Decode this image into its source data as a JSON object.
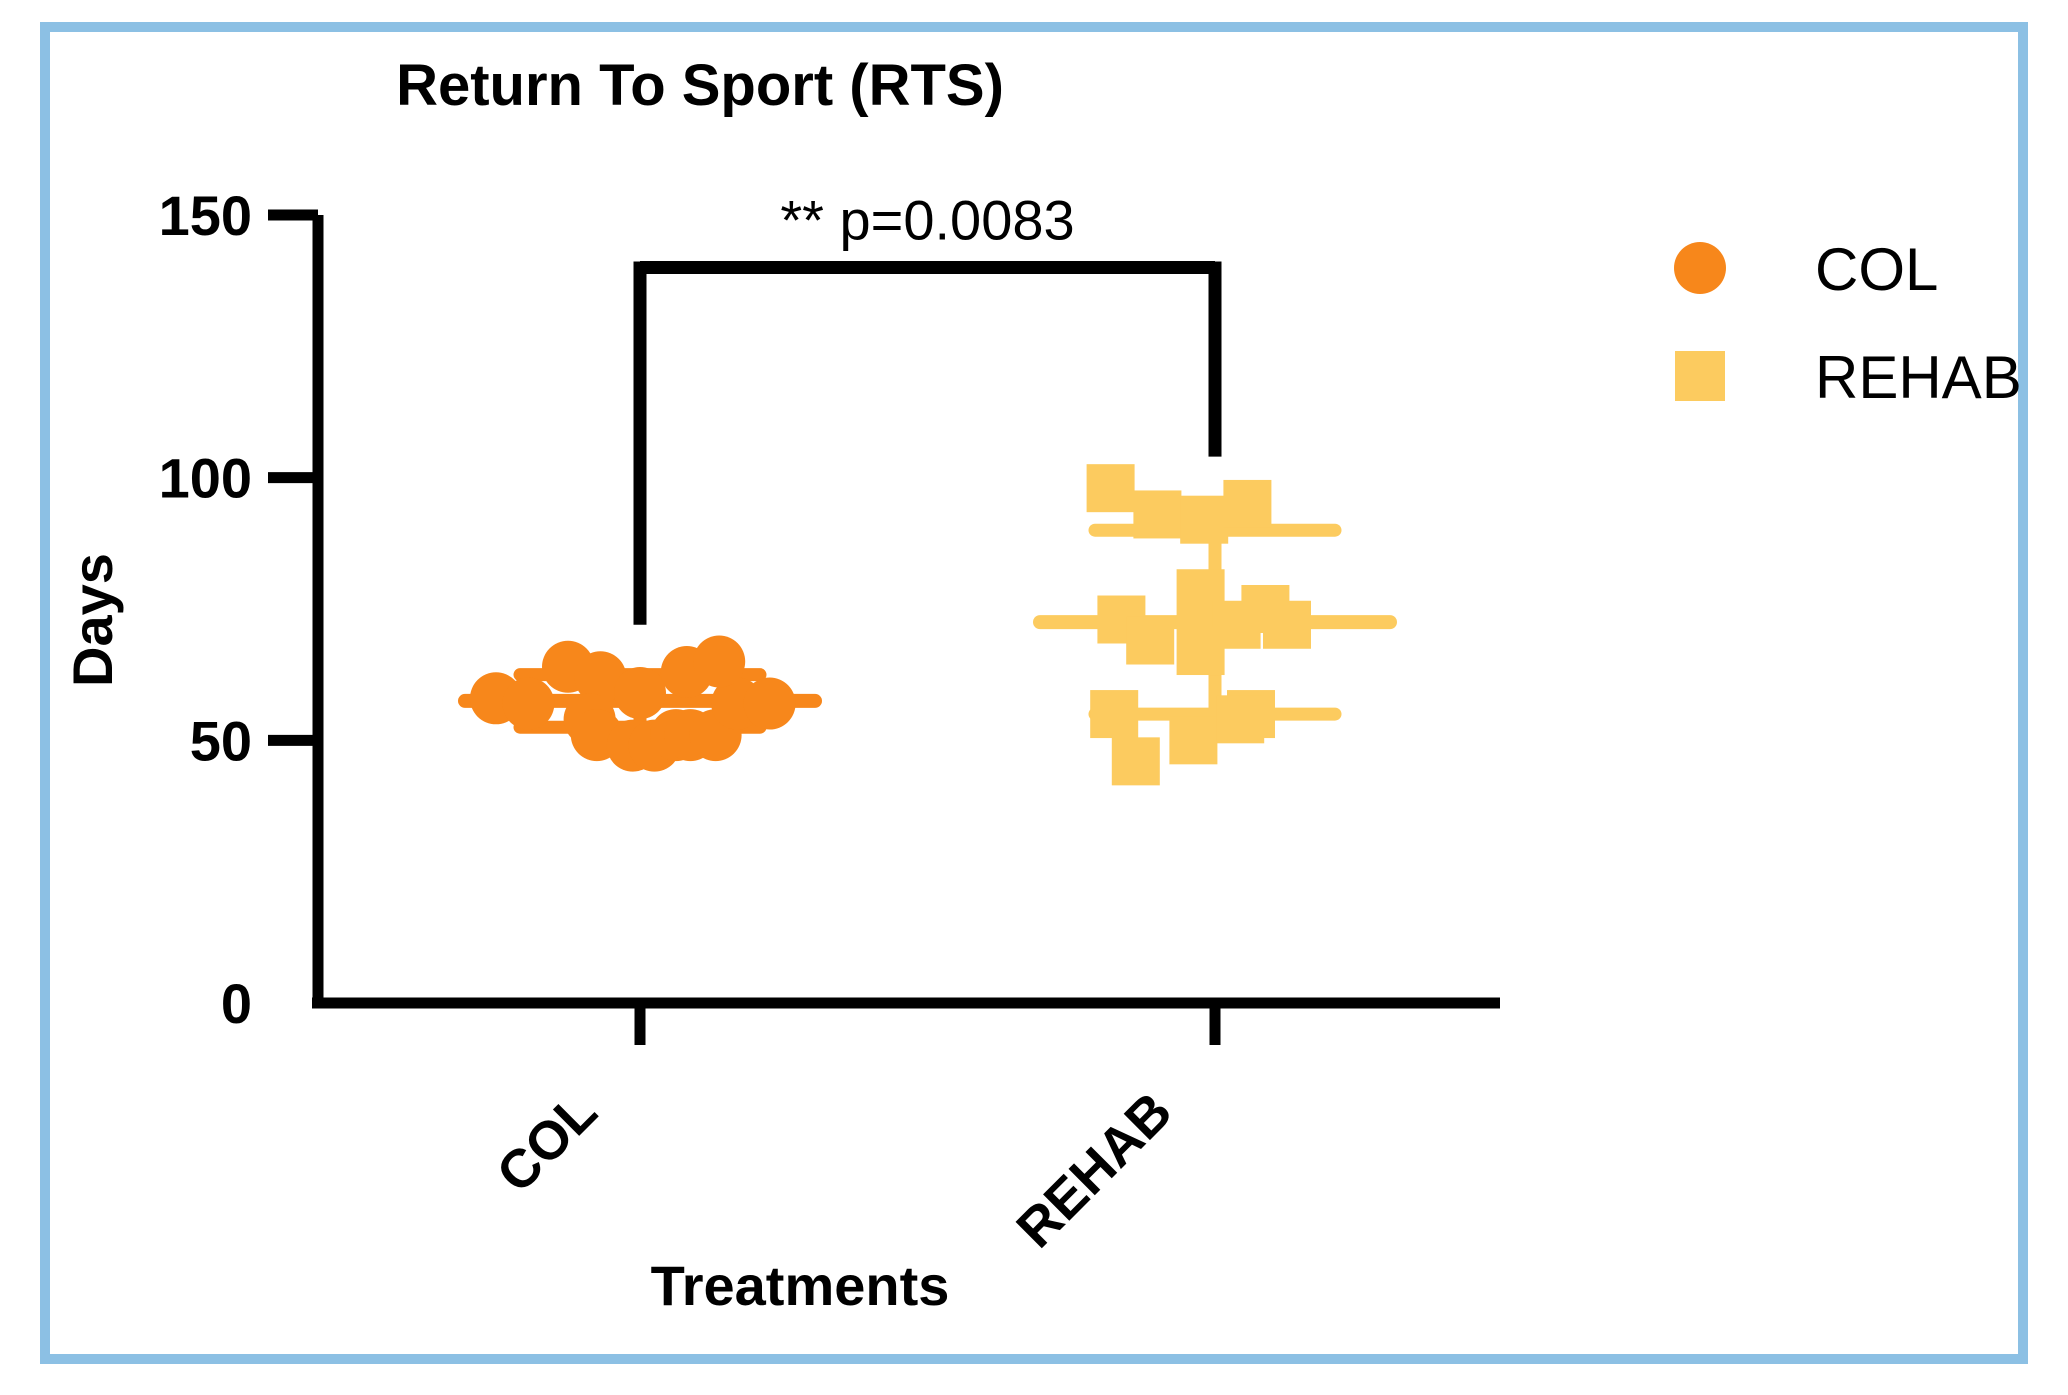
{
  "figure": {
    "border_color": "#8CC0E4",
    "background": "#ffffff"
  },
  "chart_data": {
    "type": "scatter",
    "title": "Return To Sport (RTS)",
    "xlabel": "Treatments",
    "ylabel": "Days",
    "ylim": [
      0,
      150
    ],
    "yticks": [
      0,
      50,
      100,
      150
    ],
    "ytick_labels": [
      "0",
      "50",
      "100",
      "150"
    ],
    "categories": [
      "COL",
      "REHAB"
    ],
    "grid": false,
    "legend_position": "right",
    "annotation": {
      "stars": "**",
      "p_text": "p=0.0083",
      "full": "** p=0.0083",
      "bracket_left_top": 72,
      "bracket_right_top": 104,
      "bracket_bar": 140
    },
    "series": [
      {
        "name": "COL",
        "marker": "circle",
        "color": "#F7871B",
        "mean": 57.5,
        "sd_upper": 62.5,
        "sd_lower": 52.5,
        "n": 16,
        "values": [
          58,
          57,
          64,
          62,
          57,
          54,
          49,
          49,
          51,
          57,
          51,
          51,
          63,
          57,
          65,
          57
        ],
        "points": [
          {
            "x": -0.4,
            "y": 58
          },
          {
            "x": -0.31,
            "y": 57
          },
          {
            "x": -0.2,
            "y": 64
          },
          {
            "x": -0.11,
            "y": 62
          },
          {
            "x": -0.14,
            "y": 54
          },
          {
            "x": -0.12,
            "y": 51
          },
          {
            "x": -0.02,
            "y": 49
          },
          {
            "x": 0.04,
            "y": 49
          },
          {
            "x": 0.1,
            "y": 51
          },
          {
            "x": 0.0,
            "y": 59
          },
          {
            "x": 0.14,
            "y": 51
          },
          {
            "x": 0.21,
            "y": 51
          },
          {
            "x": 0.13,
            "y": 63
          },
          {
            "x": 0.27,
            "y": 57
          },
          {
            "x": 0.22,
            "y": 65
          },
          {
            "x": 0.36,
            "y": 57
          }
        ]
      },
      {
        "name": "REHAB",
        "marker": "square",
        "color": "#FCCB5F",
        "mean": 72.5,
        "sd_upper": 90,
        "sd_lower": 55,
        "n": 16,
        "values": [
          98,
          93,
          92,
          95,
          78,
          72,
          67,
          72,
          73,
          75,
          63,
          55,
          46,
          50,
          54,
          72
        ],
        "points": [
          {
            "x": -0.29,
            "y": 98
          },
          {
            "x": -0.16,
            "y": 93
          },
          {
            "x": -0.03,
            "y": 92
          },
          {
            "x": 0.09,
            "y": 95
          },
          {
            "x": -0.04,
            "y": 78
          },
          {
            "x": -0.26,
            "y": 73
          },
          {
            "x": -0.18,
            "y": 69
          },
          {
            "x": 0.06,
            "y": 72
          },
          {
            "x": 0.14,
            "y": 75
          },
          {
            "x": -0.04,
            "y": 67
          },
          {
            "x": -0.28,
            "y": 55
          },
          {
            "x": 0.1,
            "y": 55
          },
          {
            "x": -0.22,
            "y": 46
          },
          {
            "x": -0.06,
            "y": 50
          },
          {
            "x": 0.07,
            "y": 54
          },
          {
            "x": 0.2,
            "y": 72
          }
        ]
      }
    ],
    "legend": [
      {
        "label": "COL",
        "marker": "circle",
        "color": "#F7871B"
      },
      {
        "label": "REHAB",
        "marker": "square",
        "color": "#FCCB5F"
      }
    ]
  }
}
